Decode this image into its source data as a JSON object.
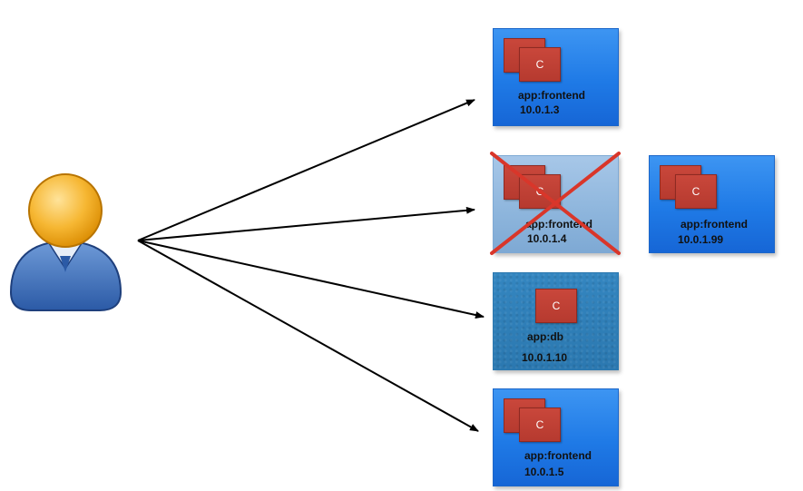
{
  "pods": [
    {
      "label": "app:frontend",
      "ip": "10.0.1.3",
      "container": "C",
      "state": "running"
    },
    {
      "label": "app:frontend",
      "ip": "10.0.1.4",
      "container": "C",
      "state": "killed"
    },
    {
      "label": "app:frontend",
      "ip": "10.0.1.99",
      "container": "C",
      "state": "running"
    },
    {
      "label": "app:db",
      "ip": "10.0.1.10",
      "container": "C",
      "state": "running"
    },
    {
      "label": "app:frontend",
      "ip": "10.0.1.5",
      "container": "C",
      "state": "running"
    }
  ],
  "colors": {
    "pod_blue": "#1f7ae6",
    "pod_dead": "#8db5dc",
    "pod_db": "#2e7fb8",
    "container_red": "#b63a2f",
    "cross_red": "#d9362a",
    "arrow": "#000000",
    "user_head": "#f0a000",
    "user_body": "#2a5aa8"
  },
  "icons": {
    "user": "user-icon",
    "cross": "cross-mark-icon"
  }
}
